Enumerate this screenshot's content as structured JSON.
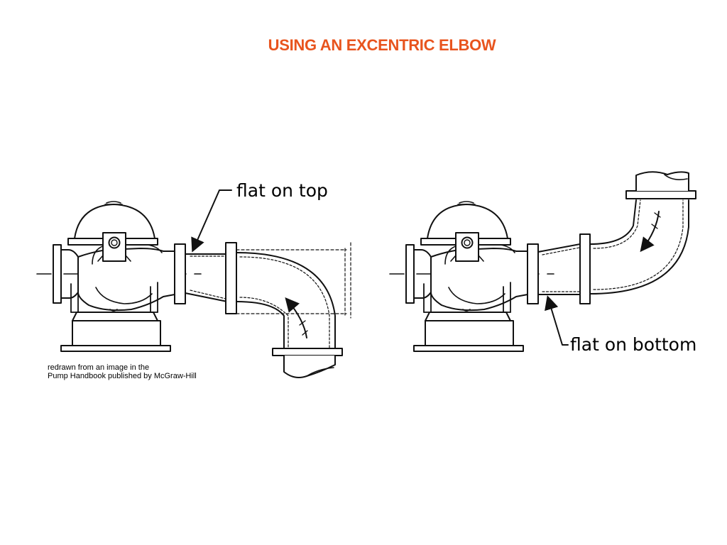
{
  "title": "USING AN EXCENTRIC ELBOW",
  "colors": {
    "title": "#e8541e",
    "line": "#111111",
    "background": "#ffffff"
  },
  "labels": {
    "flat_top": "flat on top",
    "flat_bottom": "flat on bottom"
  },
  "credit": {
    "line1": "redrawn from an image in the",
    "line2": "Pump Handbook published by McGraw-Hill"
  }
}
